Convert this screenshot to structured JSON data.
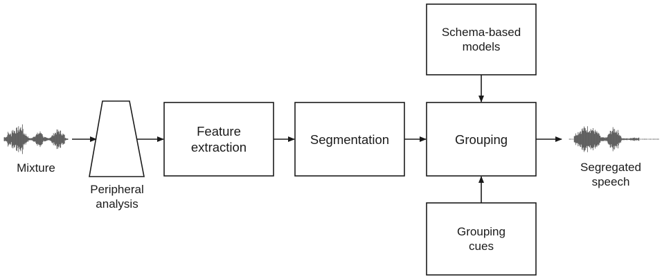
{
  "input": {
    "label": "Mixture"
  },
  "peripheral": {
    "line1": "Peripheral",
    "line2": "analysis"
  },
  "feature": {
    "line1": "Feature",
    "line2": "extraction"
  },
  "segmentation": {
    "label": "Segmentation"
  },
  "grouping": {
    "label": "Grouping"
  },
  "schema": {
    "line1": "Schema-based",
    "line2": "models"
  },
  "cues": {
    "line1": "Grouping",
    "line2": "cues"
  },
  "output": {
    "line1": "Segregated",
    "line2": "speech"
  },
  "colors": {
    "stroke": "#1a1a1a",
    "wave": "#2b2b2b"
  }
}
